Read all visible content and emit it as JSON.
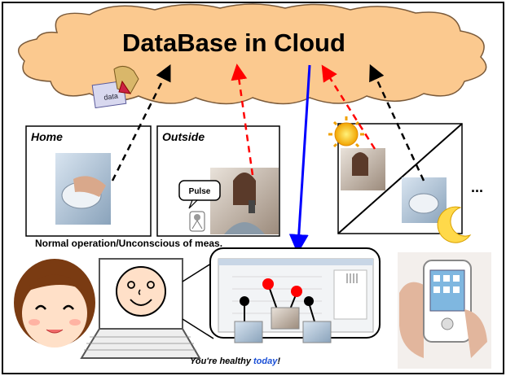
{
  "cloud": {
    "title": "DataBase in Cloud"
  },
  "panels": {
    "home": {
      "label": "Home"
    },
    "outside": {
      "label": "Outside"
    },
    "ellipsis": "..."
  },
  "bubble": {
    "pulse": "Pulse"
  },
  "doc_icon": {
    "text": "data"
  },
  "caption": "Normal operation/Unconscious of meas.",
  "message": {
    "part1": "You're healthy ",
    "part2": "today",
    "part3": "!"
  },
  "colors": {
    "cloud_fill": "#fbc98f",
    "cloud_stroke": "#7a5a3a",
    "arrow_blue": "#0000ff",
    "arrow_red": "#ff0000",
    "arrow_black": "#000000",
    "marker_red": "#ff0000",
    "marker_black": "#000000",
    "face_skin": "#ffe0c8",
    "hair": "#7a3b12",
    "message_blue": "#1a4fd6"
  },
  "icons": [
    "sun-icon",
    "moon-icon",
    "document-icon",
    "person-icon",
    "smiley-icon",
    "laptop-icon",
    "pda-icon",
    "mouse-photo",
    "phone-photo"
  ]
}
